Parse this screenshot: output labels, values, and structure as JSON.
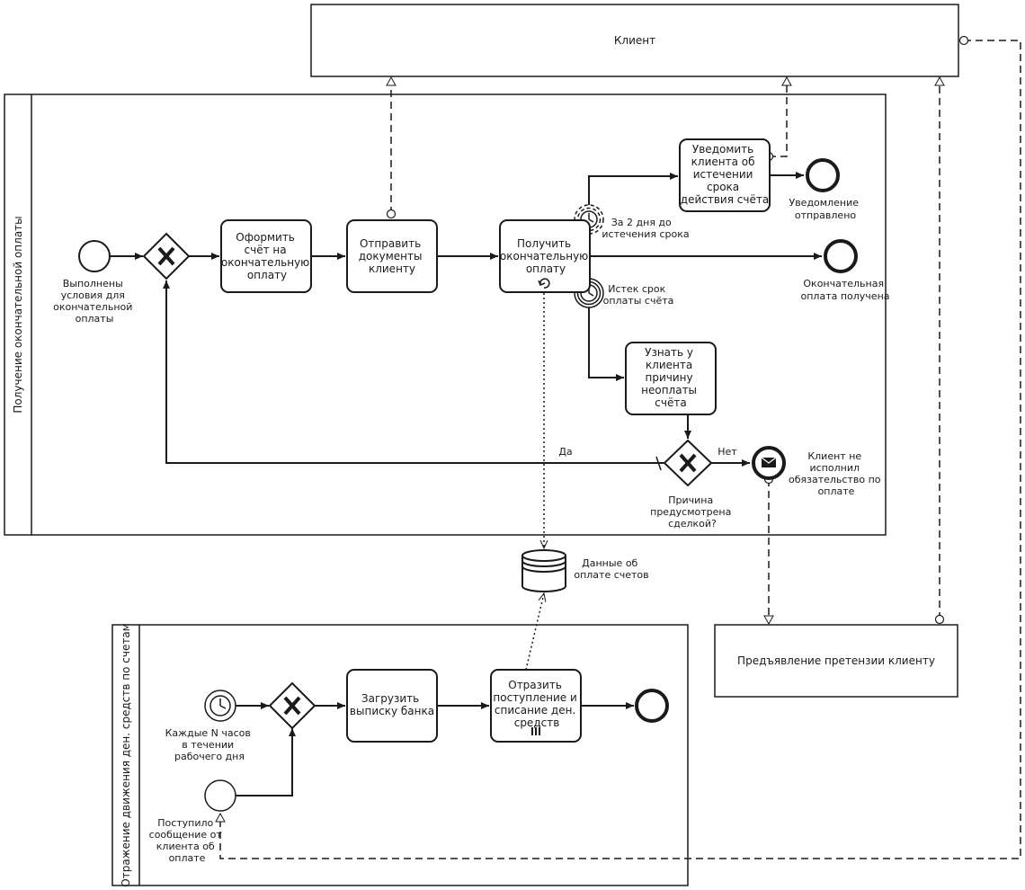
{
  "pools": {
    "client": {
      "label": "Клиент"
    },
    "payment": {
      "label": "Получение окончательной оплаты"
    },
    "cashflow": {
      "label": "Отражение движения ден. средств по счетам"
    },
    "claim": {
      "label": "Предъявление претензии клиенту"
    }
  },
  "tasks": {
    "create_invoice": [
      "Оформить",
      "счёт на",
      "окончательную",
      "оплату"
    ],
    "send_docs": [
      "Отправить",
      "документы",
      "клиенту"
    ],
    "receive_payment": [
      "Получить",
      "окончательную",
      "оплату"
    ],
    "notify_client": [
      "Уведомить",
      "клиента об",
      "истечении",
      "срока",
      "действия счёта"
    ],
    "ask_reason": [
      "Узнать у",
      "клиента",
      "причину",
      "неоплаты",
      "счёта"
    ],
    "load_statement": [
      "Загрузить",
      "выписку банка"
    ],
    "reflect_payment": [
      "Отразить",
      "поступление и",
      "списание ден.",
      "средств"
    ]
  },
  "events": {
    "start_conditions": [
      "Выполнены",
      "условия для",
      "окончательной",
      "оплаты"
    ],
    "timer_2days": [
      "За 2 дня до",
      "истечения срока"
    ],
    "timer_expired": [
      "Истек срок",
      "оплаты счёта"
    ],
    "end_notified": [
      "Уведомление",
      "отправлено"
    ],
    "end_received": [
      "Окончательная",
      "оплата получена"
    ],
    "msg_end": [
      "Клиент не",
      "исполнил",
      "обязательство по",
      "оплате"
    ],
    "timer_every_n": [
      "Каждые N часов",
      "в течении",
      "рабочего дня"
    ],
    "msg_start": [
      "Поступило",
      "сообщение от",
      "клиента об",
      "оплате"
    ]
  },
  "gateways": {
    "reason": [
      "Причина",
      "предусмотрена",
      "сделкой?"
    ],
    "yes_label": "Да",
    "no_label": "Нет"
  },
  "data_store": {
    "label": [
      "Данные об",
      "оплате счетов"
    ]
  },
  "icons": {
    "gateway_marker": "exclusive-x-icon",
    "timer": "clock-icon",
    "message": "envelope-icon",
    "loop": "loop-marker-icon",
    "multi": "parallel-multi-instance-icon"
  }
}
